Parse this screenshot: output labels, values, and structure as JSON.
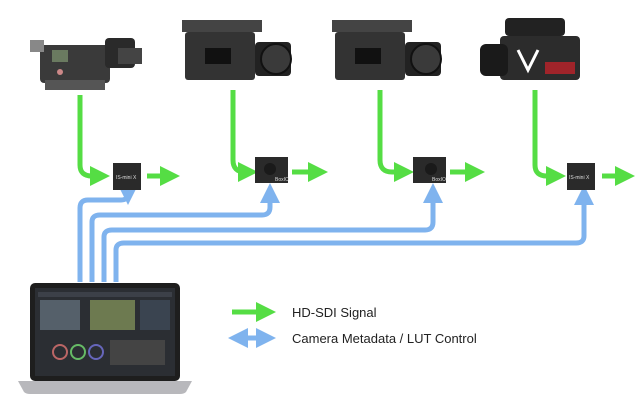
{
  "legend": {
    "hdsdi_label": "HD-SDI Signal",
    "metadata_label": "Camera Metadata / LUT Control"
  },
  "devices": [
    {
      "camera": "camera-1",
      "box_label": "IS-mini X"
    },
    {
      "camera": "camera-2",
      "box_label": "BoxIO"
    },
    {
      "camera": "camera-3",
      "box_label": "BoxIO"
    },
    {
      "camera": "camera-4",
      "box_label": "IS-mini X"
    }
  ],
  "colors": {
    "signal": "#55dd44",
    "control": "#7fb3ee",
    "device": "#2a2a2a"
  }
}
